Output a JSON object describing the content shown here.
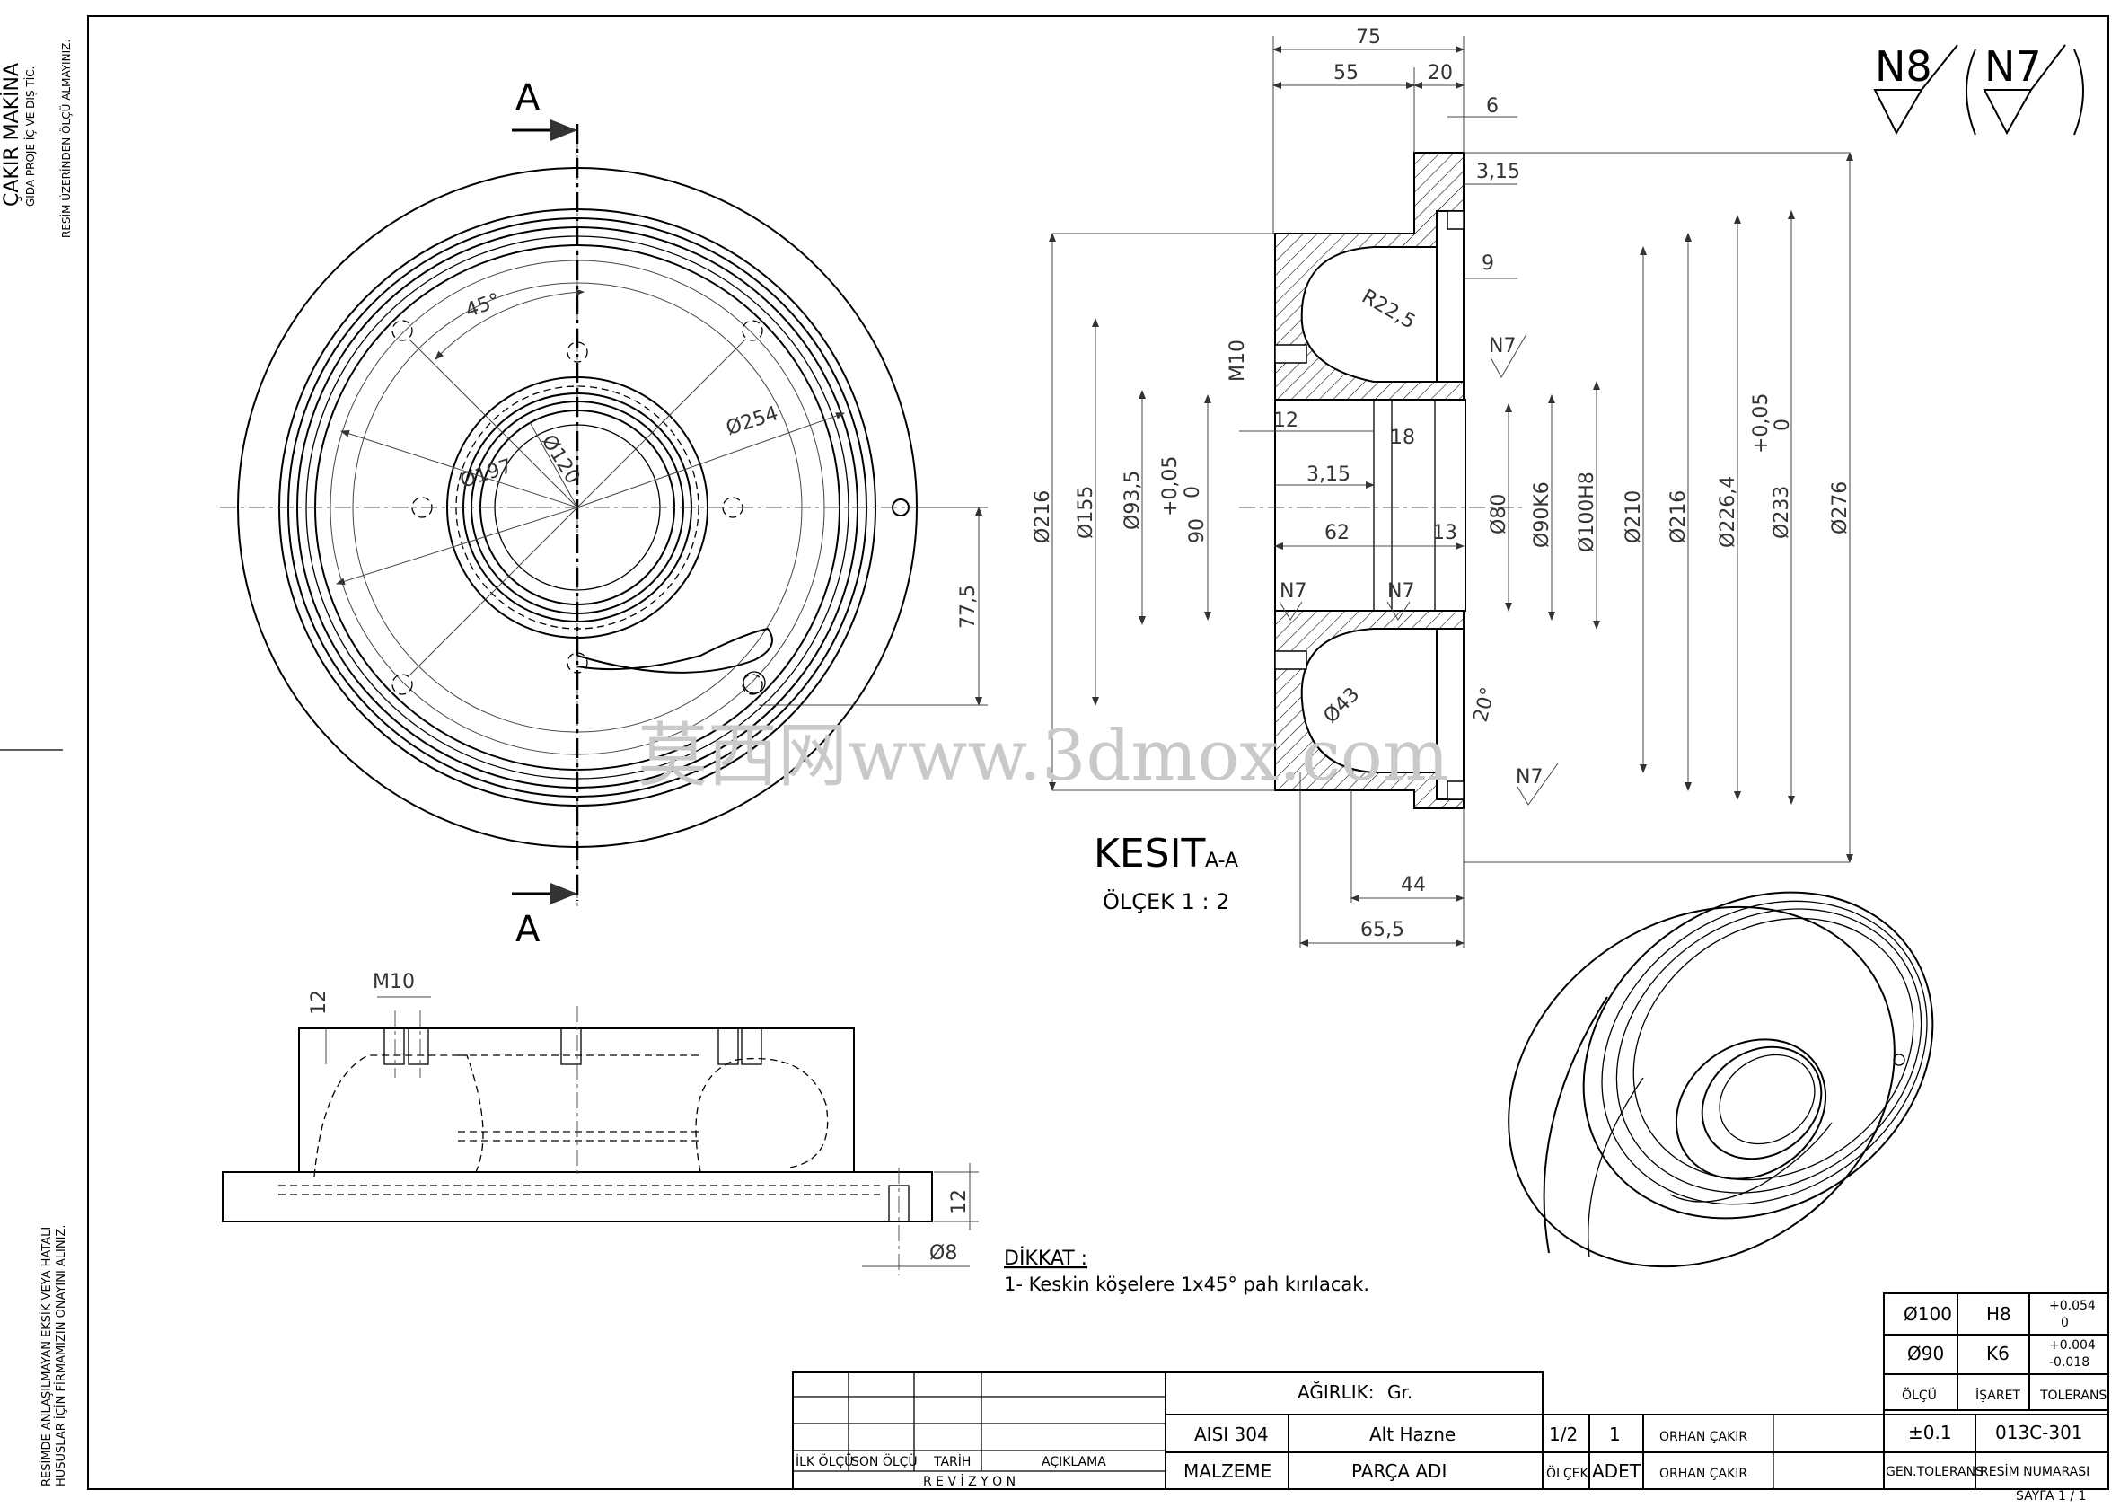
{
  "side_text": {
    "company": "ÇAKIR MAKİNA",
    "company_sub": "GIDA PROJE İÇ VE DIŞ TİC.",
    "company_note": "RESİM ÜZERİNDEN ÖLÇÜ ALMAYINIZ.",
    "warning_1": "RESİMDE ANLAŞILMAYAN EKSİK VEYA HATALI",
    "warning_2": "HUSUSLAR İÇİN FİRMAMIZIN ONAYINI ALINIZ."
  },
  "section_marks": {
    "top": "A",
    "bottom": "A"
  },
  "front_view_dims": {
    "angle": "45°",
    "d254": "Ø254",
    "d120": "Ø120",
    "d197": "Ø197",
    "h775": "77,5"
  },
  "section_title": {
    "name": "KESIT",
    "suffix": "A-A",
    "scale": "ÖLÇEK 1 : 2"
  },
  "surface_symbols": {
    "n8": "N8",
    "n7": "N7"
  },
  "section_dims": {
    "top_75": "75",
    "top_55": "55",
    "top_20": "20",
    "top_6": "6",
    "d315a": "3,15",
    "d9": "9",
    "r225": "R22,5",
    "m10": "M10",
    "d12": "12",
    "d18": "18",
    "d315b": "3,15",
    "d62": "62",
    "d13": "13",
    "d43": "Ø43",
    "a20": "20°",
    "b44": "44",
    "b655": "65,5",
    "d216l": "Ø216",
    "d155": "Ø155",
    "d935": "Ø93,5",
    "tol_p005": "+0,05",
    "tol_0": "0",
    "d90n": "90",
    "d80": "Ø80",
    "d90k6": "Ø90K6",
    "d100h8": "Ø100H8",
    "d210": "Ø210",
    "d216r": "Ø216",
    "d2264": "Ø226,4",
    "tol_p005b": "+0,05",
    "tol_0b": "0",
    "d233": "Ø233",
    "d276": "Ø276"
  },
  "bottom_view_dims": {
    "h12a": "12",
    "m10": "M10",
    "h12b": "12",
    "d8": "Ø8"
  },
  "note": {
    "title": "DİKKAT :",
    "line1": "1- Keskin köşelere 1x45° pah kırılacak."
  },
  "watermark": "莫西网www.3dmox.com",
  "tolerance_table": {
    "rows": [
      {
        "size": "Ø100",
        "mark": "H8",
        "tol_up": "+0.054",
        "tol_low": "0"
      },
      {
        "size": "Ø90",
        "mark": "K6",
        "tol_up": "+0.004",
        "tol_low": "-0.018"
      }
    ],
    "headers": {
      "size": "ÖLÇÜ",
      "mark": "İŞARET",
      "tol": "TOLERANS"
    }
  },
  "title_block": {
    "weight_label": "AĞIRLIK:",
    "weight_unit": "Gr.",
    "material": "AISI 304",
    "part_name": "Alt Hazne",
    "scale": "1/2",
    "qty": "1",
    "drawn_by": "ORHAN ÇAKIR",
    "checked_by": "ORHAN ÇAKIR",
    "material_label": "MALZEME",
    "part_label": "PARÇA ADI",
    "scale_label": "ÖLÇEK",
    "qty_label": "ADET",
    "gen_tol": "±0.1",
    "gen_tol_label": "GEN.TOLERANS",
    "drawing_no": "013C-301",
    "drawing_no_label": "RESİM NUMARASI",
    "rev_cols": {
      "first": "İLK ÖLÇÜ",
      "last": "SON ÖLÇÜ",
      "date": "TARİH",
      "desc": "AÇIKLAMA"
    },
    "rev_title": "R E V İ Z Y O N",
    "sheet": "SAYFA 1 / 1"
  }
}
